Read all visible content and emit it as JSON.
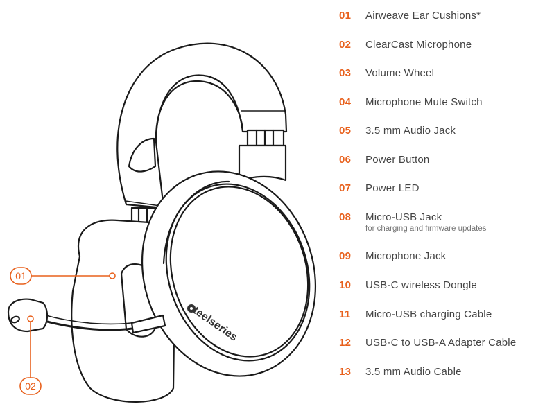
{
  "brand": "steelseries",
  "callouts": [
    {
      "number": "01"
    },
    {
      "number": "02"
    }
  ],
  "parts": [
    {
      "number": "01",
      "name": "Airweave Ear Cushions*"
    },
    {
      "number": "02",
      "name": "ClearCast Microphone"
    },
    {
      "number": "03",
      "name": "Volume Wheel"
    },
    {
      "number": "04",
      "name": "Microphone Mute Switch"
    },
    {
      "number": "05",
      "name": "3.5 mm Audio Jack"
    },
    {
      "number": "06",
      "name": "Power Button"
    },
    {
      "number": "07",
      "name": "Power LED"
    },
    {
      "number": "08",
      "name": "Micro-USB Jack",
      "note": "for charging and firmware updates"
    },
    {
      "number": "09",
      "name": "Microphone Jack"
    },
    {
      "number": "10",
      "name": "USB-C wireless Dongle"
    },
    {
      "number": "11",
      "name": "Micro-USB charging Cable"
    },
    {
      "number": "12",
      "name": "USB-C to USB-A Adapter Cable"
    },
    {
      "number": "13",
      "name": "3.5 mm Audio Cable"
    }
  ],
  "colors": {
    "accent": "#e8601c",
    "text": "#444444",
    "line": "#1a1a1a"
  }
}
